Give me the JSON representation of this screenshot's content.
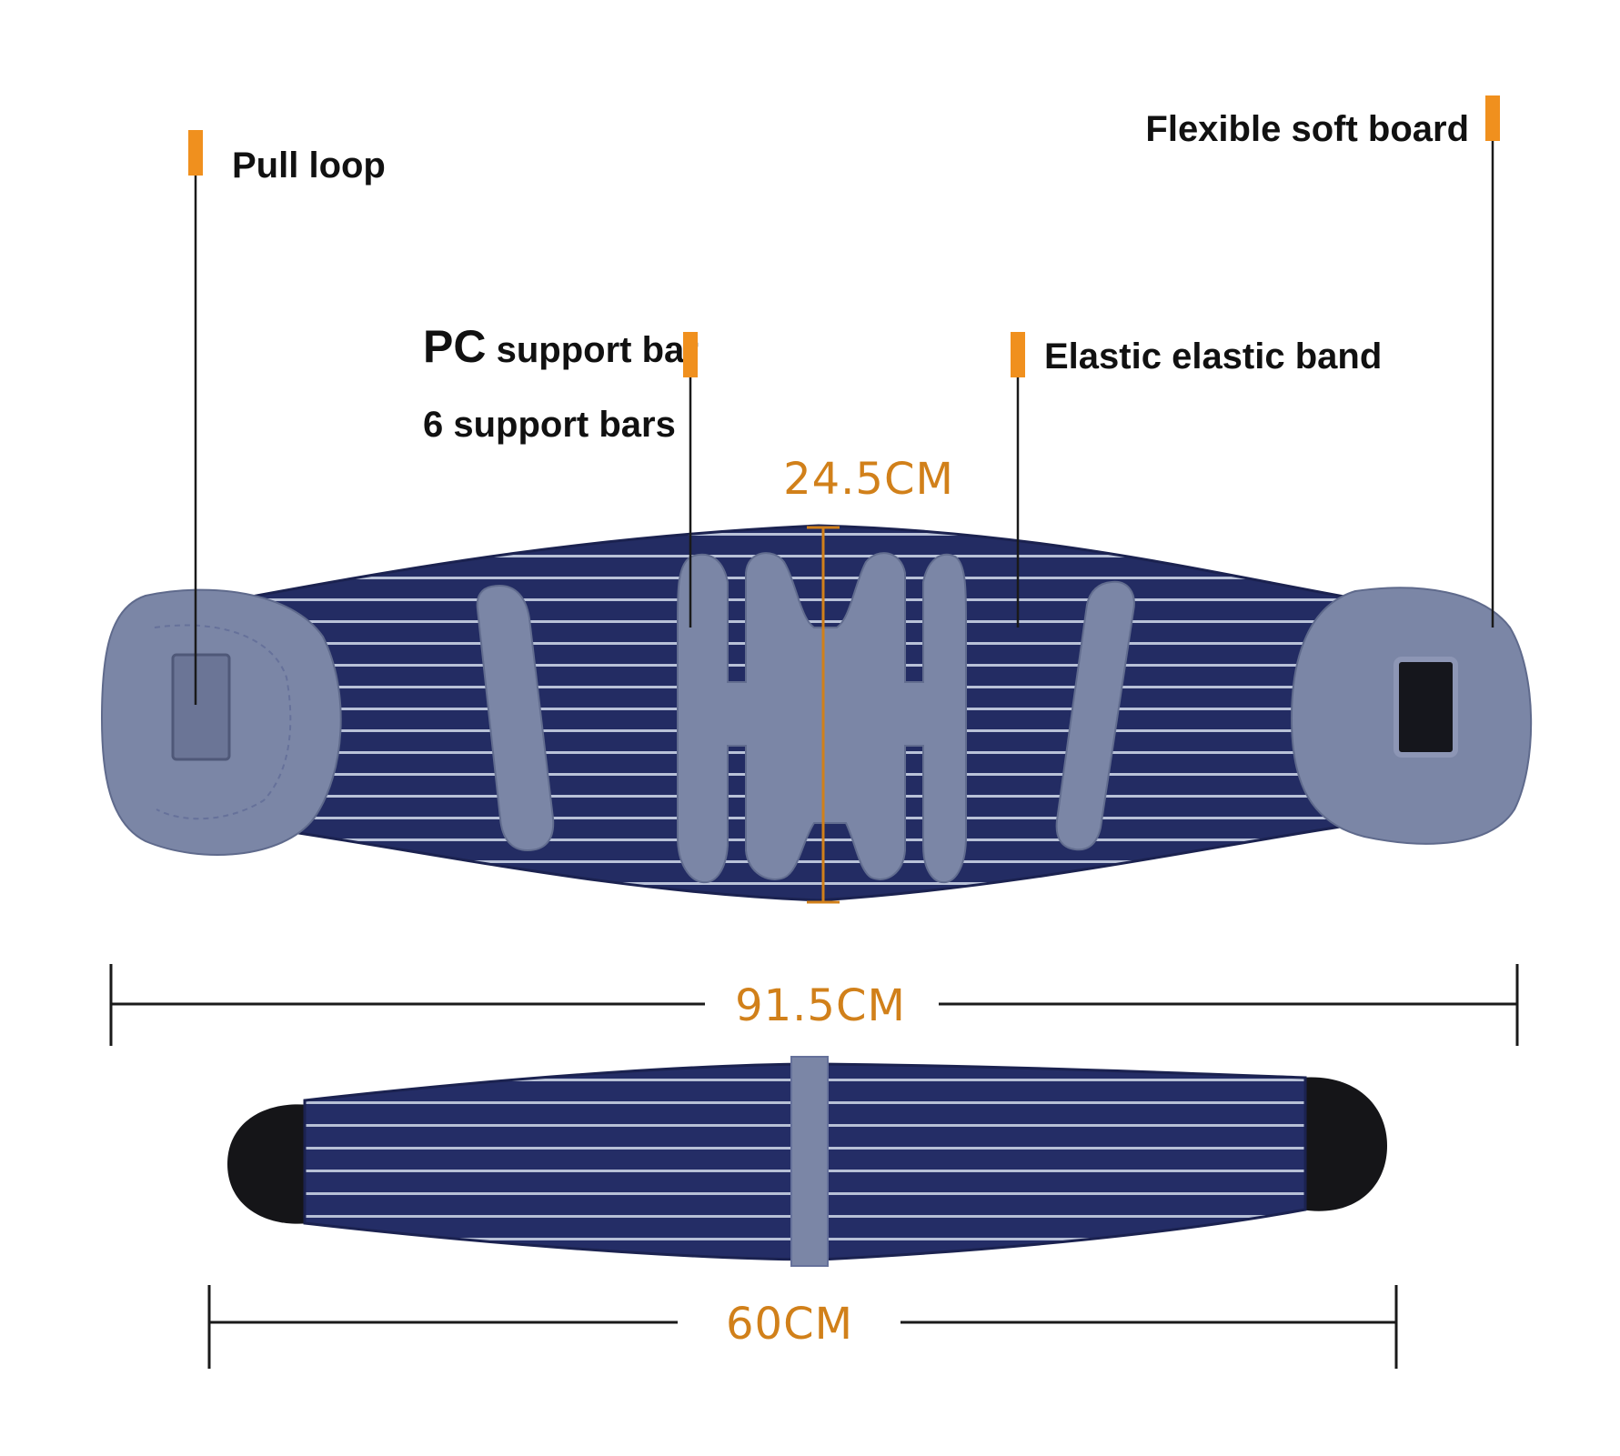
{
  "colors": {
    "accent": "#f0901e",
    "dimension_text": "#d1801a",
    "belt_navy": "#232c63",
    "stripe": "#b9c2d8",
    "pad_gray": "#7b86a6",
    "leader_line": "#1a1a1a",
    "end_cap": "#151518"
  },
  "callouts": {
    "pull_loop": "Pull loop",
    "flexible_soft_board": "Flexible soft board",
    "pc_support_bar_prefix": "PC",
    "pc_support_bar_rest": " support bar",
    "six_support_bars": "6 support bars",
    "elastic_band": "Elastic elastic band"
  },
  "dimensions": {
    "height": "24.5CM",
    "full_length": "91.5CM",
    "back_length": "60CM"
  },
  "icons": {
    "marker": "orange-marker-icon"
  }
}
